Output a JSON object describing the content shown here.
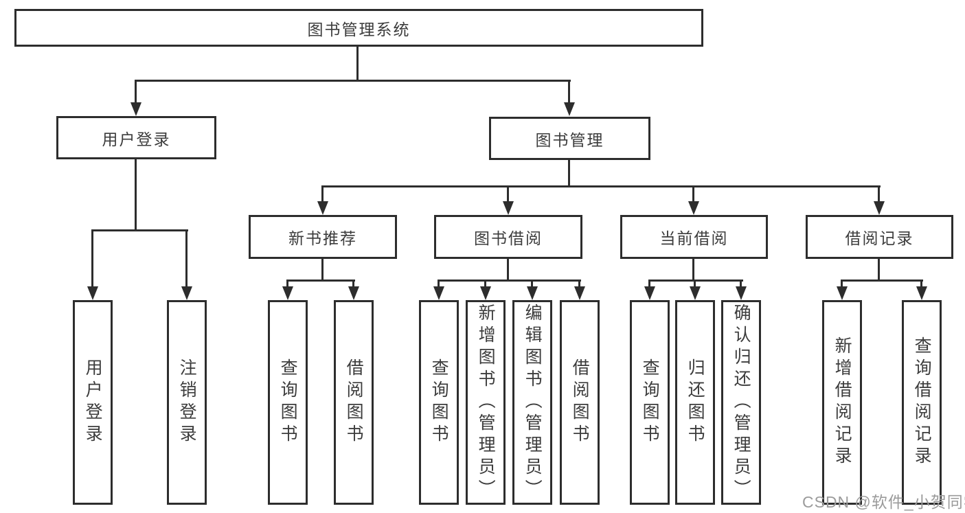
{
  "diagram": {
    "title": "图书管理系统",
    "root": {
      "label": "图书管理系统"
    },
    "level2": {
      "user_login": {
        "label": "用户登录"
      },
      "book_mgmt": {
        "label": "图书管理"
      }
    },
    "level3": {
      "new_book_rec": {
        "label": "新书推荐"
      },
      "book_borrow": {
        "label": "图书借阅"
      },
      "current_borrow": {
        "label": "当前借阅"
      },
      "borrow_record": {
        "label": "借阅记录"
      }
    },
    "leaves": {
      "user_login_children": [
        "用户登录",
        "注销登录"
      ],
      "new_book_rec_children": [
        "查询图书",
        "借阅图书"
      ],
      "book_borrow_children": [
        "查询图书",
        "新增图书（管理员）",
        "编辑图书（管理员）",
        "借阅图书"
      ],
      "current_borrow_children": [
        "查询图书",
        "归还图书",
        "确认归还（管理员）"
      ],
      "borrow_record_children": [
        "新增借阅记录",
        "查询借阅记录"
      ]
    },
    "watermark": "CSDN @软件_小贺同学",
    "colors": {
      "line": "#2d2d2d",
      "text": "#3c3c3c",
      "box_background": "#ffffff",
      "watermark_text": "#9b9b9b"
    }
  }
}
